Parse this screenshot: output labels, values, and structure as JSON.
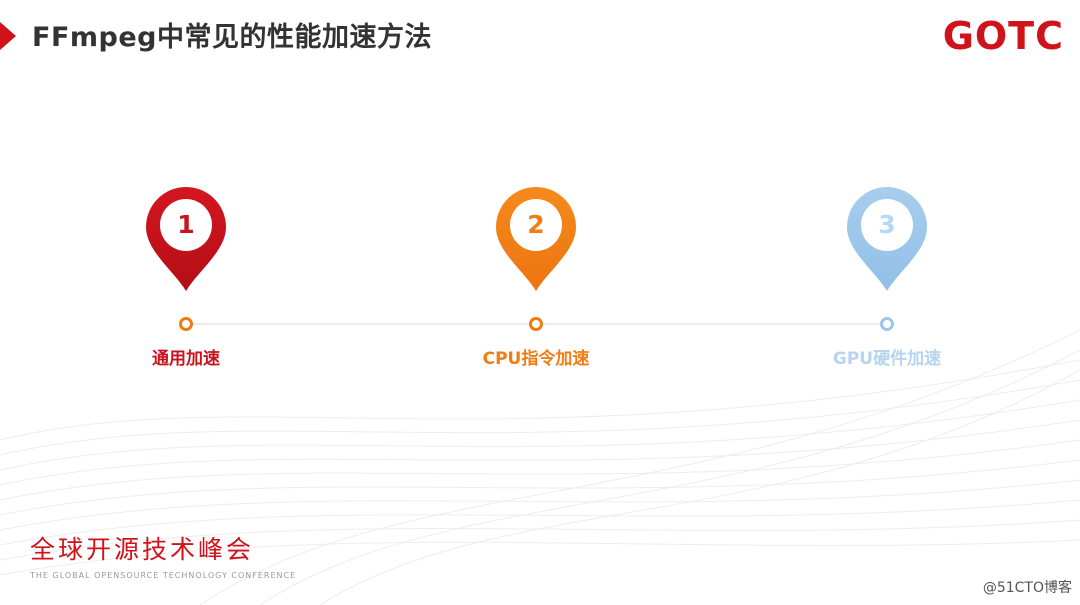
{
  "header": {
    "title": "FFmpeg中常见的性能加速方法",
    "logo": "GOTC"
  },
  "steps": [
    {
      "number": "1",
      "label": "通用加速",
      "color": "#c8141c",
      "light": "#e0555b"
    },
    {
      "number": "2",
      "label": "CPU指令加速",
      "color": "#f07d14",
      "light": "#ffb052"
    },
    {
      "number": "3",
      "label": "GPU硬件加速",
      "color": "#9dc6ea",
      "light": "#c8e0f5"
    }
  ],
  "footer": {
    "conference_cn": "全球开源技术峰会",
    "conference_en": "THE GLOBAL OPENSOURCE TECHNOLOGY CONFERENCE",
    "watermark": "@51CTO博客"
  }
}
